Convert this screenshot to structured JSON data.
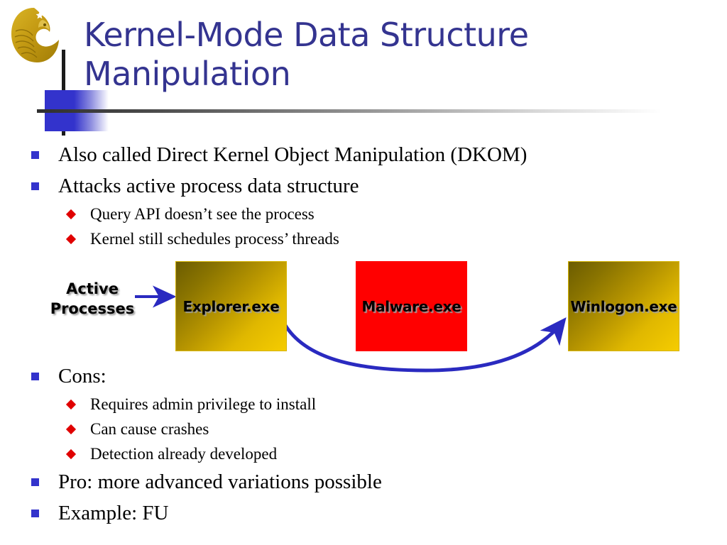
{
  "slide": {
    "title": "Kernel-Mode Data Structure Manipulation",
    "logo_name": "ucf-pegasus-logo"
  },
  "colors": {
    "title_blue": "#343490",
    "bullet_level1": "#3333cc",
    "bullet_level2": "#e00000",
    "arrow_blue": "#2a2ac0",
    "box_gold_dark": "#6b5c00",
    "box_gold_light": "#f5cc00",
    "box_red": "#ff0000",
    "text_black": "#000000"
  },
  "bullets_top": [
    {
      "level": 1,
      "text": "Also called Direct Kernel Object Manipulation (DKOM)"
    },
    {
      "level": 1,
      "text": "Attacks active process data structure"
    },
    {
      "level": 2,
      "text": "Query API doesn’t see the process"
    },
    {
      "level": 2,
      "text": "Kernel still schedules process’ threads"
    }
  ],
  "bullets_bottom": [
    {
      "level": 1,
      "text": "Cons:"
    },
    {
      "level": 2,
      "text": "Requires admin privilege to install"
    },
    {
      "level": 2,
      "text": "Can cause crashes"
    },
    {
      "level": 2,
      "text": "Detection already developed"
    },
    {
      "level": 1,
      "text": "Pro: more advanced variations possible"
    },
    {
      "level": 1,
      "text": "Example: FU"
    }
  ],
  "diagram": {
    "caption": "Active\nProcesses",
    "caption_line1": "Active",
    "caption_line2": "Processes",
    "boxes": [
      {
        "id": "explorer",
        "label": "Explorer.exe",
        "fill": "gold"
      },
      {
        "id": "malware",
        "label": "Malware.exe",
        "fill": "red"
      },
      {
        "id": "winlogon",
        "label": "Winlogon.exe",
        "fill": "gold"
      }
    ],
    "arrows": [
      {
        "id": "caption-to-explorer",
        "type": "straight"
      },
      {
        "id": "explorer-to-winlogon-bypass",
        "type": "curved"
      }
    ]
  }
}
